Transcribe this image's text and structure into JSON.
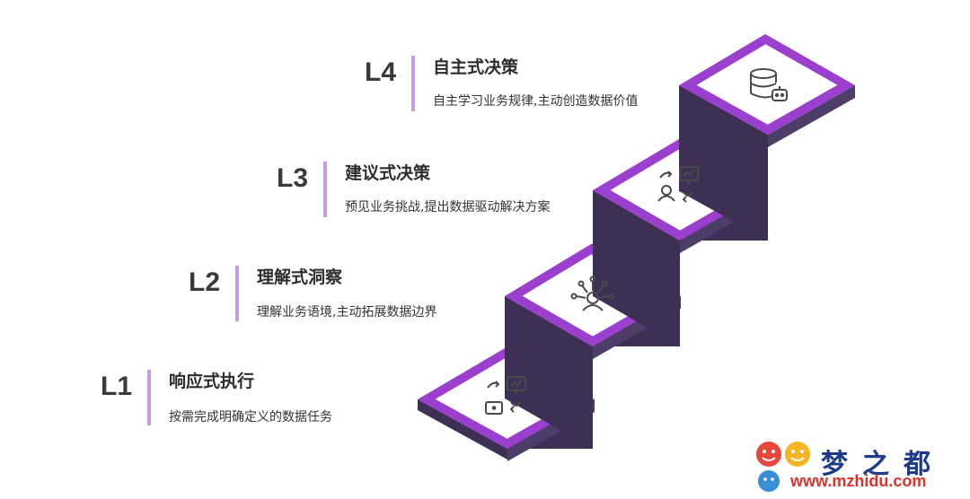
{
  "levels": [
    {
      "code": "L4",
      "title": "自主式决策",
      "description": "自主学习业务规律,主动创造数据价值",
      "icon": "database-robot-icon"
    },
    {
      "code": "L3",
      "title": "建议式决策",
      "description": "预见业务挑战,提出数据驱动解决方案",
      "icon": "person-chart-icon"
    },
    {
      "code": "L2",
      "title": "理解式洞察",
      "description": "理解业务语境,主动拓展数据边界",
      "icon": "person-network-icon"
    },
    {
      "code": "L1",
      "title": "响应式执行",
      "description": "按需完成明确定义的数据任务",
      "icon": "monitor-chart-icon"
    }
  ],
  "brand": {
    "name": "梦之都",
    "url": "www.mzhidu.com"
  },
  "colors": {
    "accent_purple": "#9b3fcf",
    "bar_lilac": "#c79be0",
    "stair_dark": "#3e2f55",
    "stair_front": "#4e3d68"
  }
}
